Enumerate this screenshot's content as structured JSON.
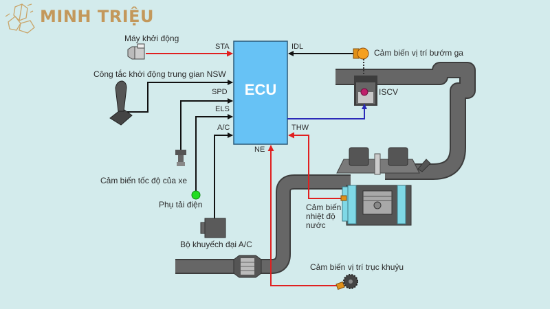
{
  "brand": {
    "name": "MINH TRIỆU",
    "logo_icon": "crystal-logo-icon",
    "color": "#c3985b"
  },
  "ecu": {
    "label": "ECU",
    "fill": "#67c2f5"
  },
  "signals": {
    "sta": "STA",
    "nsw": "NSW",
    "spd": "SPD",
    "els": "ELS",
    "ac": "A/C",
    "idl": "IDL",
    "thw": "THW",
    "ne": "NE"
  },
  "components": {
    "starter": "Máy khởi động",
    "neutral_switch": "Công tắc khởi động trung gian",
    "speed_sensor": "Cảm biến tốc độ của xe",
    "electric_load": "Phụ tải điện",
    "ac_amplifier": "Bộ khuyếch đại A/C",
    "throttle_sensor": "Cảm biến vị trí bướm ga",
    "iscv": "ISCV",
    "water_temp_sensor_line1": "Cảm biến",
    "water_temp_sensor_line2": "nhiệt độ",
    "water_temp_sensor_line3": "nước",
    "crank_sensor": "Cảm biến vị trí trục khuỷu"
  },
  "colors": {
    "background": "#d3ebec",
    "signal_red": "#e02020",
    "signal_black": "#111111",
    "signal_blue": "#2a2ab8",
    "pipe": "#5f5f5f",
    "coolant": "#7fd8e6",
    "electric_load_indicator": "#22dd22",
    "sensor_orange": "#f0a020"
  }
}
